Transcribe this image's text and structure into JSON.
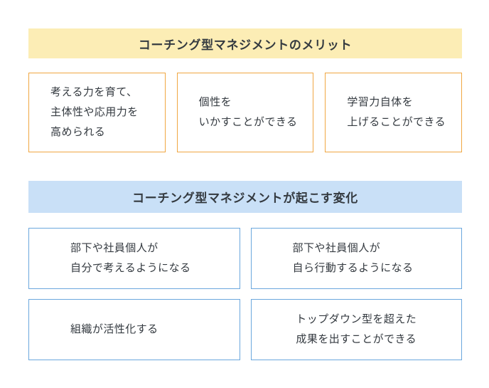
{
  "colors": {
    "merits_header_bg": "#FCEDB5",
    "merits_card_border": "#F0A742",
    "changes_header_bg": "#C9E0F7",
    "changes_card_border": "#6BA7DD",
    "text": "#343A40",
    "page_bg": "#FFFFFF"
  },
  "merits": {
    "header": "コーチング型マネジメントのメリット",
    "cards": [
      {
        "lines": [
          "考える力を育て、",
          "主体性や応用力を",
          "高められる"
        ]
      },
      {
        "lines": [
          "個性を",
          "いかすことができる"
        ]
      },
      {
        "lines": [
          "学習力自体を",
          "上げることができる"
        ]
      }
    ]
  },
  "changes": {
    "header": "コーチング型マネジメントが起こす変化",
    "cards": [
      {
        "lines": [
          "部下や社員個人が",
          "自分で考えるようになる"
        ]
      },
      {
        "lines": [
          "部下や社員個人が",
          "自ら行動するようになる"
        ]
      },
      {
        "lines": [
          "組織が活性化する"
        ]
      },
      {
        "lines": [
          "トップダウン型を超えた",
          "成果を出すことができる"
        ]
      }
    ]
  }
}
